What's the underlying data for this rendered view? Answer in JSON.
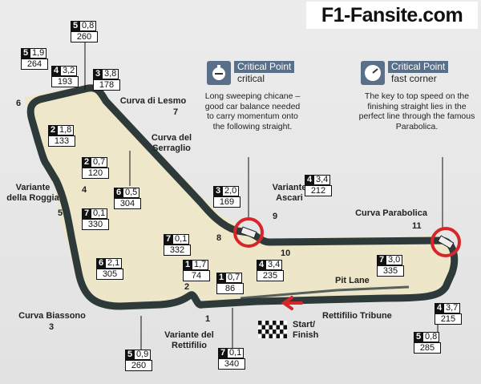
{
  "site": {
    "logo_text": "F1-Fansite.com"
  },
  "critical_points": [
    {
      "title": "Critical Point",
      "type": "critical",
      "icon": "stopwatch-icon",
      "description": "Long sweeping chicane – good car balance needed to carry momentum onto the following straight."
    },
    {
      "title": "Critical Point",
      "type": "fast corner",
      "icon": "speedometer-icon",
      "description": "The key to top speed on the finishing straight lies in the perfect line through the famous Parabolica."
    }
  ],
  "corners": {
    "lesmo": "Curva di Lesmo",
    "serraglio": "Curva del Serraglio",
    "ascari": "Variante Ascari",
    "parabolica": "Curva Parabolica",
    "roggia": "Variante della Roggia",
    "biassono": "Curva Biassono",
    "rettifilio": "Variante del Rettifilio",
    "pit_lane": "Pit Lane",
    "tribune": "Rettifilio Tribune",
    "start": "Start/ Finish"
  },
  "corner_numbers": {
    "n1": "1",
    "n2": "2",
    "n3": "3",
    "n4": "4",
    "n5": "5",
    "n6": "6",
    "n7": "7",
    "n8": "8",
    "n9": "9",
    "n10": "10",
    "n11": "11"
  },
  "data_boxes": [
    {
      "gear": "5",
      "g": "0,8",
      "speed": "260"
    },
    {
      "gear": "5",
      "g": "1,9",
      "speed": "264"
    },
    {
      "gear": "4",
      "g": "3,2",
      "speed": "193"
    },
    {
      "gear": "3",
      "g": "3,8",
      "speed": "178"
    },
    {
      "gear": "2",
      "g": "1,8",
      "speed": "133"
    },
    {
      "gear": "2",
      "g": "0,7",
      "speed": "120"
    },
    {
      "gear": "7",
      "g": "0,1",
      "speed": "330"
    },
    {
      "gear": "6",
      "g": "0,5",
      "speed": "304"
    },
    {
      "gear": "3",
      "g": "2,0",
      "speed": "169"
    },
    {
      "gear": "4",
      "g": "3,4",
      "speed": "212"
    },
    {
      "gear": "7",
      "g": "0,1",
      "speed": "332"
    },
    {
      "gear": "4",
      "g": "3,4",
      "speed": "235"
    },
    {
      "gear": "1",
      "g": "1,7",
      "speed": "74"
    },
    {
      "gear": "1",
      "g": "0,7",
      "speed": "86"
    },
    {
      "gear": "6",
      "g": "2,1",
      "speed": "305"
    },
    {
      "gear": "7",
      "g": "3,0",
      "speed": "335"
    },
    {
      "gear": "4",
      "g": "3,7",
      "speed": "215"
    },
    {
      "gear": "5",
      "g": "0,8",
      "speed": "285"
    },
    {
      "gear": "5",
      "g": "0,9",
      "speed": "260"
    },
    {
      "gear": "7",
      "g": "0,1",
      "speed": "340"
    }
  ],
  "colors": {
    "track": "#2e3a3a",
    "runoff": "#efe6c3",
    "highlight": "#d6252b",
    "accent": "#5a6f88"
  }
}
